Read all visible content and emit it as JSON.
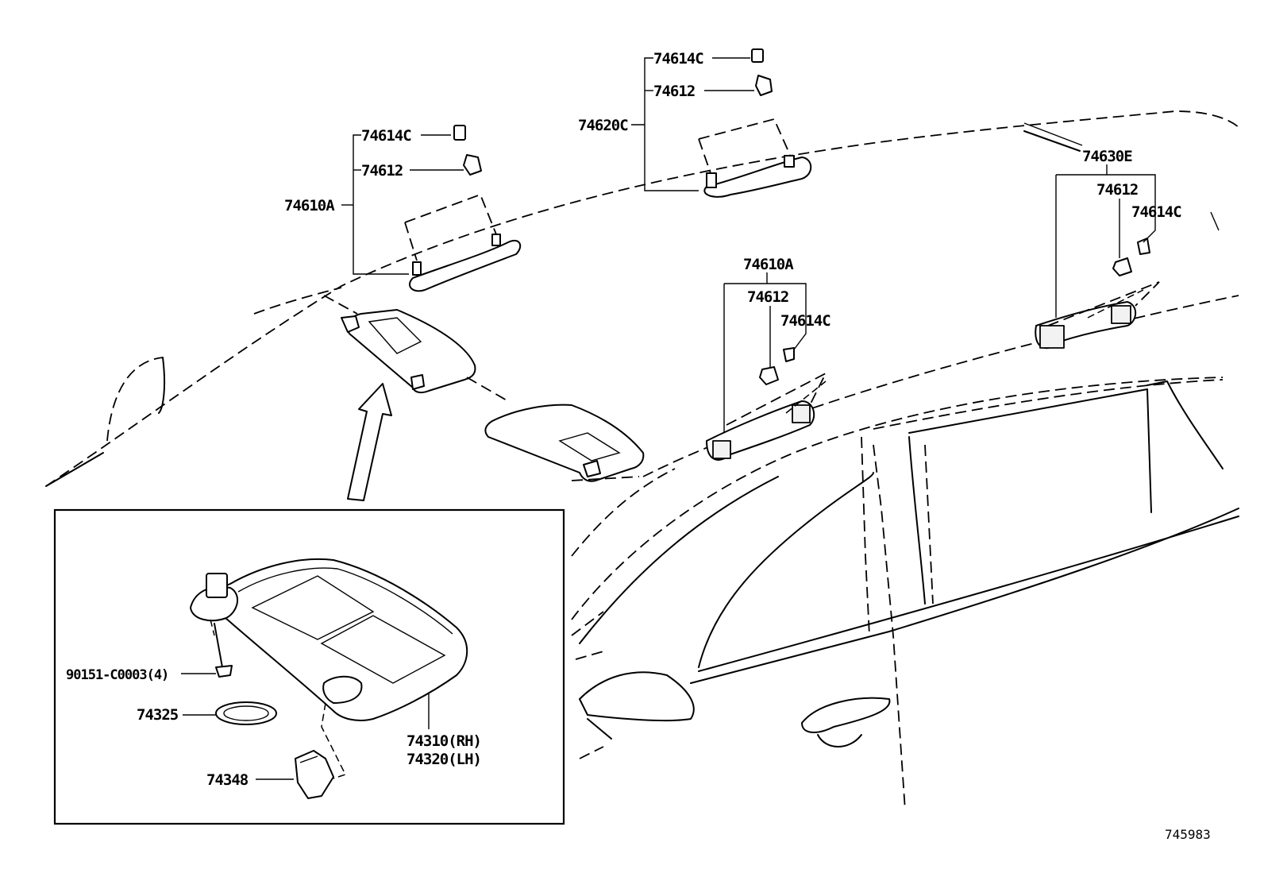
{
  "diagram_id": "745983",
  "labels": {
    "rh_top_clip": "74614C",
    "rh_top_cap": "74612",
    "rh_top_grip": "74620C",
    "lh_front_clip": "74614C",
    "lh_front_cap": "74612",
    "lh_front_grip": "74610A",
    "rear_grip": "74630E",
    "rear_cap": "74612",
    "rear_clip": "74614C",
    "mid_grip": "74610A",
    "mid_cap": "74612",
    "mid_clip": "74614C",
    "screw": "90151-C0003(4)",
    "visor_cover": "74325",
    "visor_holder": "74348",
    "visor_rh": "74310(RH)",
    "visor_lh": "74320(LH)"
  }
}
